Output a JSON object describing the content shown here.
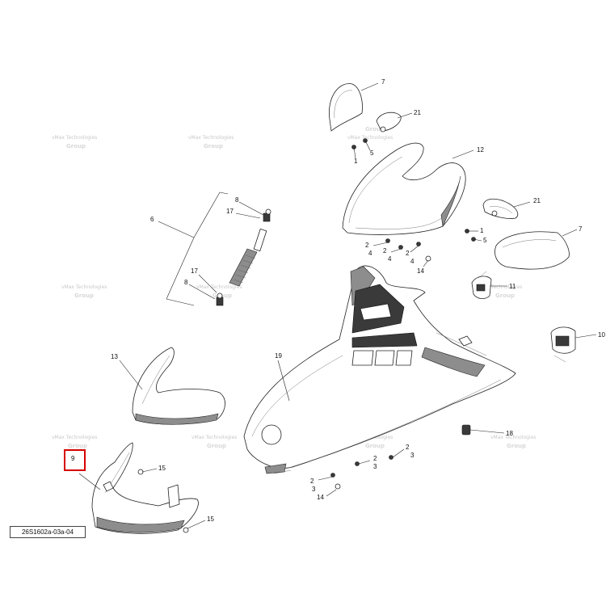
{
  "diagram": {
    "reference_code": "26S1602a-03a-04",
    "highlighted_callout": "9",
    "highlight_color": "#d60000",
    "watermark_text": "vMax Technologies",
    "watermark_overlay": "Group",
    "callouts": {
      "c7a": "7",
      "c21a": "21",
      "c12": "12",
      "c5a": "5",
      "c1a": "1",
      "c21b": "21",
      "c7b": "7",
      "c5b": "5",
      "c1b": "1",
      "c6": "6",
      "c8a": "8",
      "c17a": "17",
      "c17b": "17",
      "c8b": "8",
      "c2a": "2",
      "c4a": "4",
      "c2b": "2",
      "c4b": "4",
      "c2c": "2",
      "c4c": "4",
      "c14a": "14",
      "c11": "11",
      "c10": "10",
      "c19": "19",
      "c13": "13",
      "c15a": "15",
      "c15b": "15",
      "c18": "18",
      "c2d": "2",
      "c3a": "3",
      "c2e": "2",
      "c3b": "3",
      "c2f": "2",
      "c3c": "3",
      "c14b": "14"
    }
  }
}
